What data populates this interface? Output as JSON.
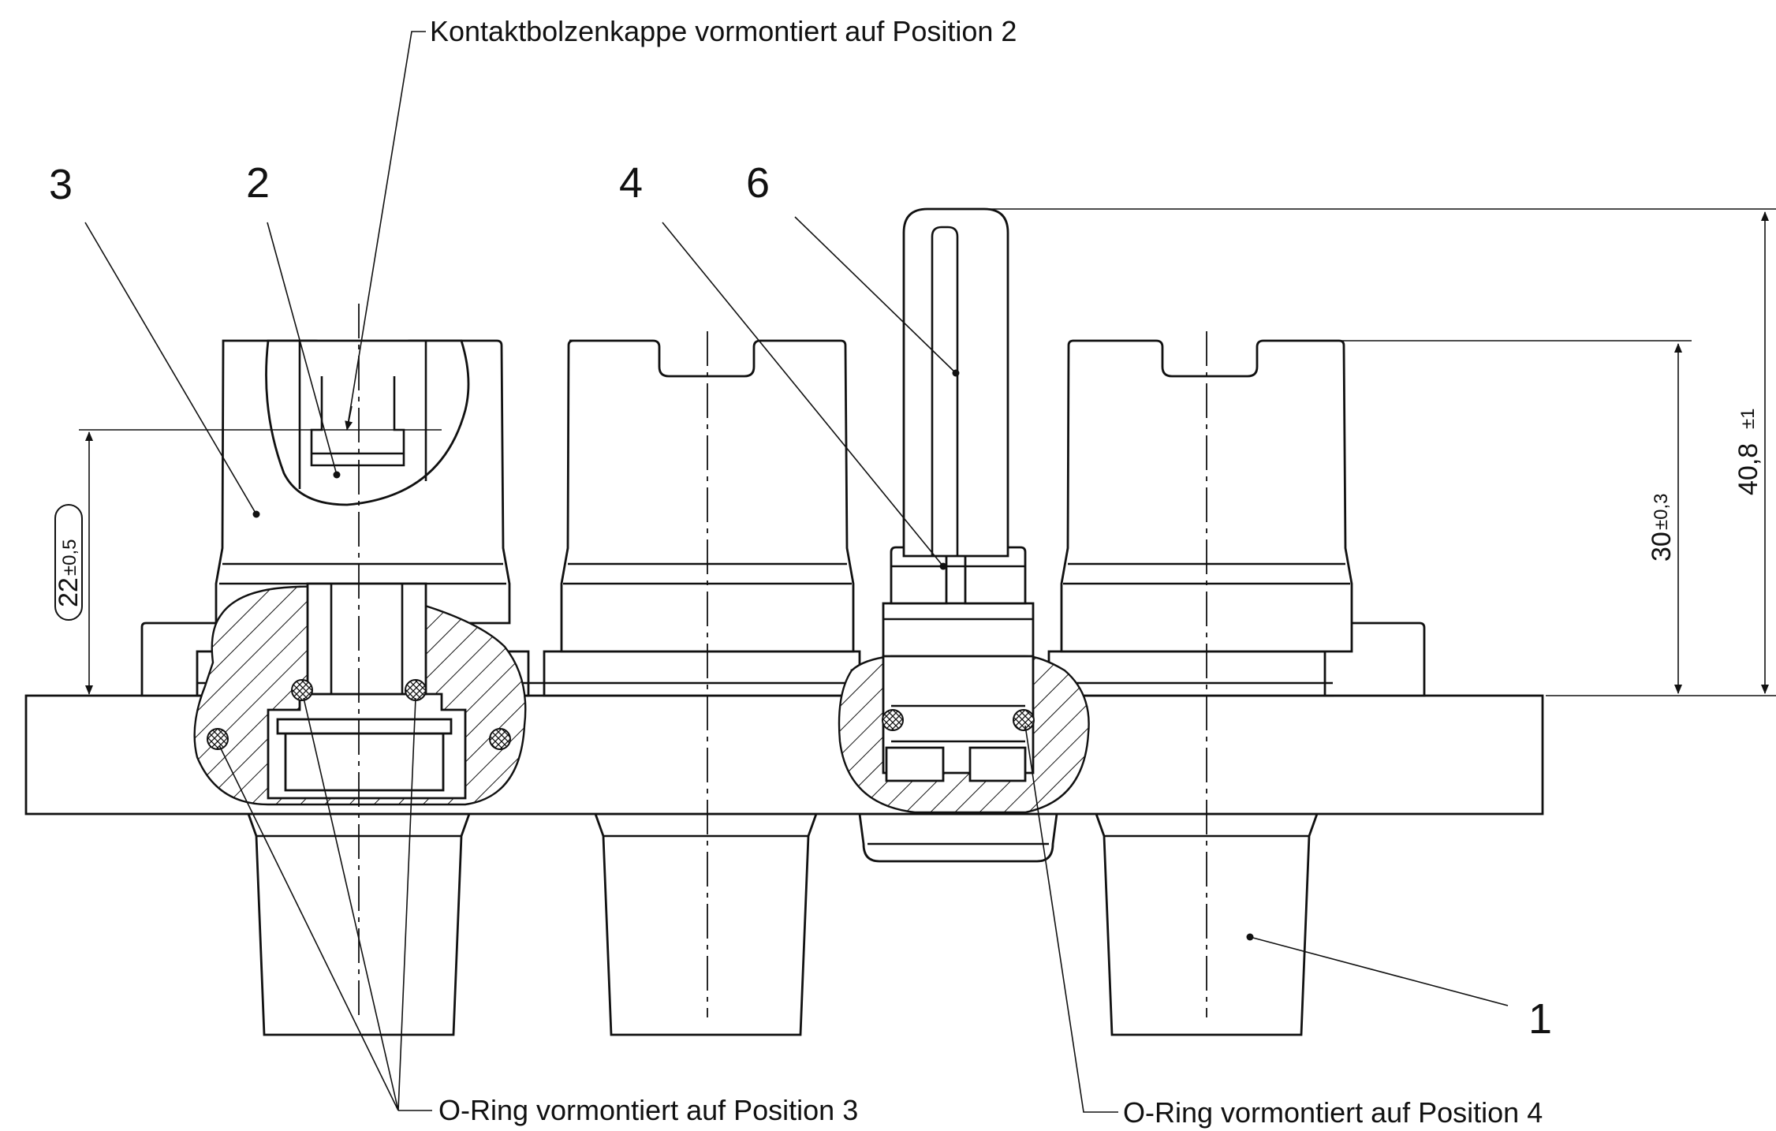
{
  "callouts": {
    "contact_cap": "Kontaktbolzenkappe vormontiert auf Position 2",
    "oring_pos3": "O-Ring vormontiert auf Position 3",
    "oring_pos4": "O-Ring vormontiert auf Position 4"
  },
  "positions": {
    "p1": "1",
    "p2": "2",
    "p3": "3",
    "p4": "4",
    "p6": "6"
  },
  "dimensions": {
    "d22": {
      "value": "22",
      "tolerance": "±0,5"
    },
    "d30": {
      "value": "30",
      "tolerance": "±0,3"
    },
    "d40": {
      "value": "40,8",
      "tolerance": "±1"
    }
  }
}
